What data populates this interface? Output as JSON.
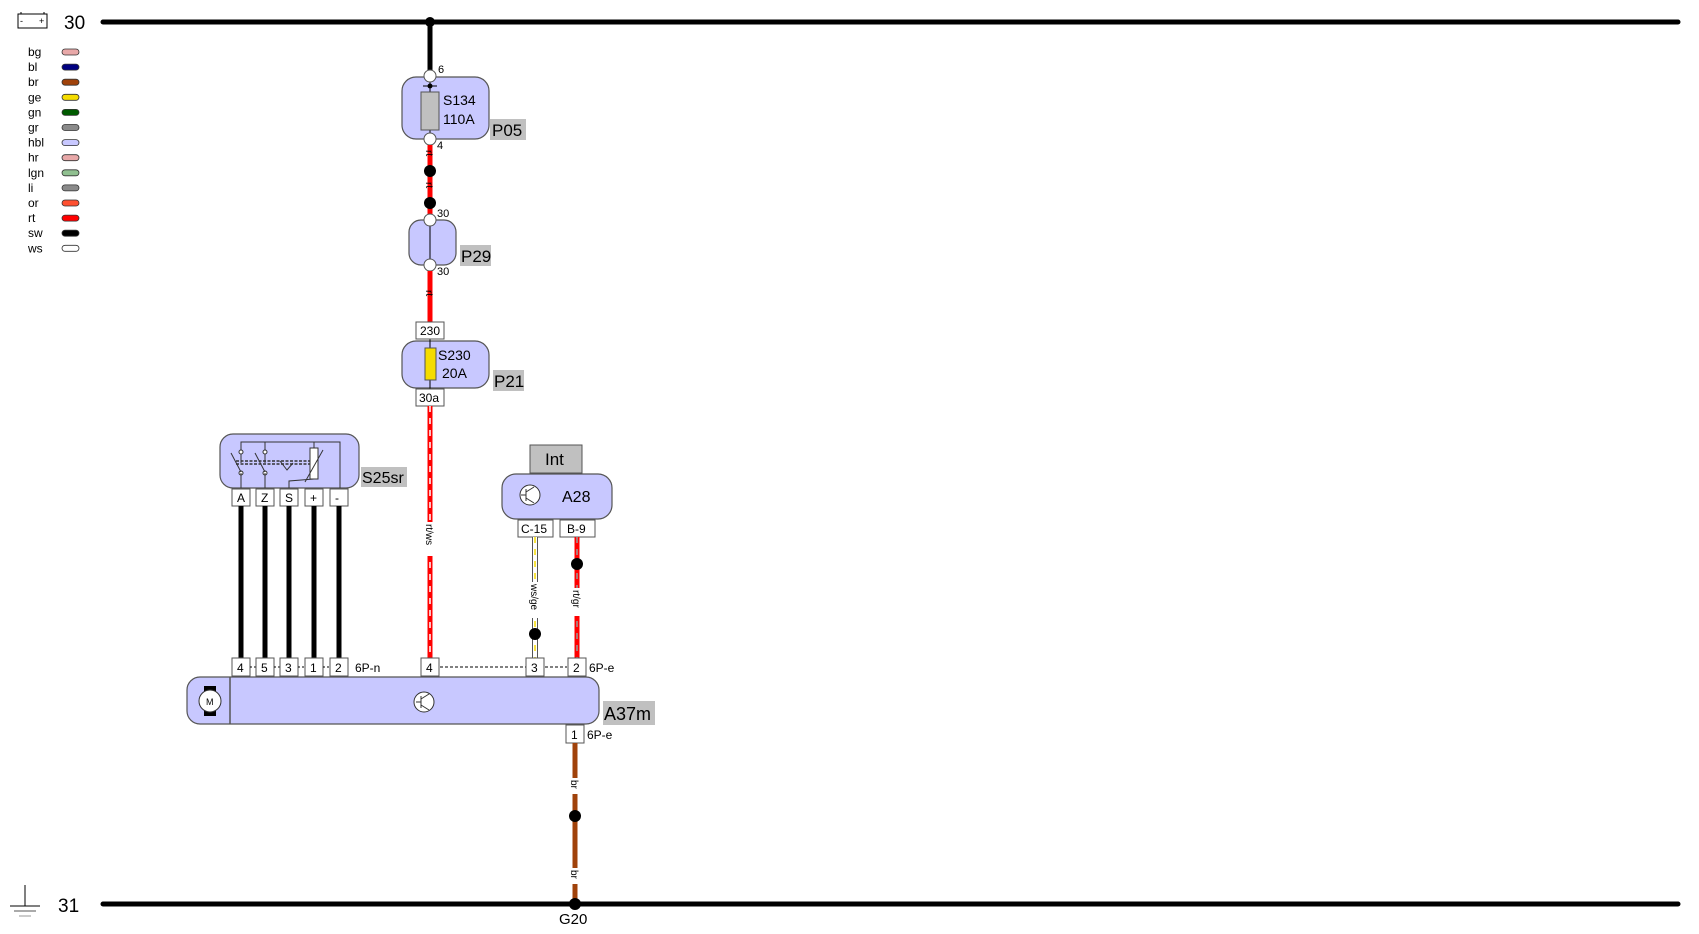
{
  "rails": {
    "top_label": "30",
    "bottom_label": "31",
    "ground_label": "G20"
  },
  "legend": [
    {
      "code": "bg",
      "color": "#e8a8a8"
    },
    {
      "code": "bl",
      "color": "#000080"
    },
    {
      "code": "br",
      "color": "#a0420a"
    },
    {
      "code": "ge",
      "color": "#f5dc00"
    },
    {
      "code": "gn",
      "color": "#005a00"
    },
    {
      "code": "gr",
      "color": "#8a8a8a"
    },
    {
      "code": "hbl",
      "color": "#c8c8ff"
    },
    {
      "code": "hr",
      "color": "#e8a8a8"
    },
    {
      "code": "lgn",
      "color": "#90c090"
    },
    {
      "code": "li",
      "color": "#8a8a8a"
    },
    {
      "code": "or",
      "color": "#ff5030"
    },
    {
      "code": "rt",
      "color": "#ff0000"
    },
    {
      "code": "sw",
      "color": "#000000"
    },
    {
      "code": "ws",
      "color": "#ffffff"
    }
  ],
  "components": {
    "p05": {
      "name": "P05",
      "fuse": "S134",
      "rating": "110A",
      "pin_in": "6",
      "pin_out": "4"
    },
    "p29": {
      "name": "P29",
      "pin_in": "30",
      "pin_out": "30"
    },
    "p21": {
      "name": "P21",
      "fuse": "S230",
      "rating": "20A",
      "pin_in": "230",
      "pin_out": "30a"
    },
    "s25sr": {
      "name": "S25sr",
      "pins": [
        "A",
        "Z",
        "S",
        "+",
        "-"
      ]
    },
    "a28": {
      "name": "A28",
      "tag": "Int",
      "pins": [
        "C-15",
        "B-9"
      ]
    },
    "a37m": {
      "name": "A37m",
      "motor_label": "M",
      "connector_n": {
        "label": "6P-n",
        "pins": [
          "4",
          "5",
          "3",
          "1",
          "2"
        ]
      },
      "connector_e": {
        "label": "6P-e",
        "pins": [
          "4",
          "3",
          "2"
        ]
      },
      "connector_e_bottom": {
        "label": "6P-e",
        "pin": "1"
      }
    }
  },
  "wires": {
    "p05_p29": "rt",
    "p29_p21": "rt",
    "p21_a37m": "rt/ws",
    "a28_c15": "ws/ge",
    "a28_b9": "rt/gr",
    "a37m_ground": "br"
  },
  "colors": {
    "component_fill": "#c8c8ff",
    "label_bg": "#c0c0c0",
    "red": "#ff0000",
    "brown": "#a0420a",
    "yellow": "#f5dc00"
  }
}
